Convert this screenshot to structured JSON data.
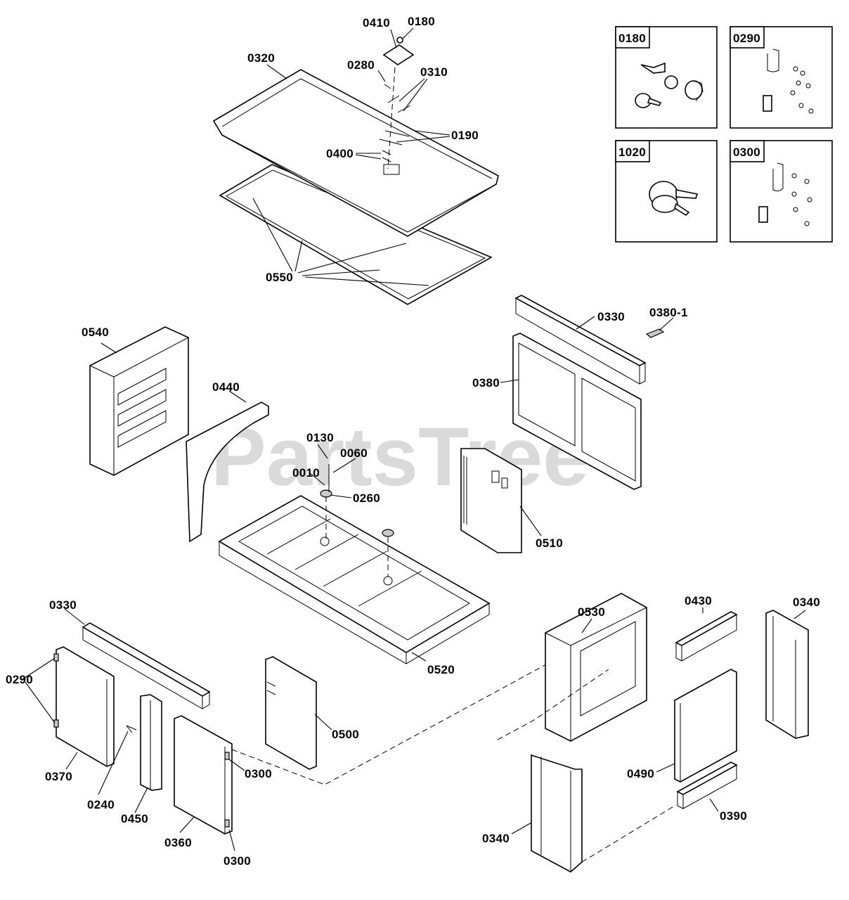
{
  "watermark": {
    "text": "PartsTree",
    "trademark": "™"
  },
  "insets": [
    {
      "code": "0180"
    },
    {
      "code": "0290"
    },
    {
      "code": "1020"
    },
    {
      "code": "0300"
    }
  ],
  "callouts": [
    "0410",
    "0180",
    "0320",
    "0280",
    "0310",
    "0190",
    "0400",
    "0550",
    "0540",
    "0440",
    "0130",
    "0060",
    "0010",
    "0260",
    "0330",
    "0380-1",
    "0380",
    "0510",
    "0520",
    "0330",
    "0290",
    "0370",
    "0240",
    "0450",
    "0360",
    "0300",
    "0300",
    "0500",
    "0530",
    "0430",
    "0340",
    "0490",
    "0390",
    "0340"
  ]
}
